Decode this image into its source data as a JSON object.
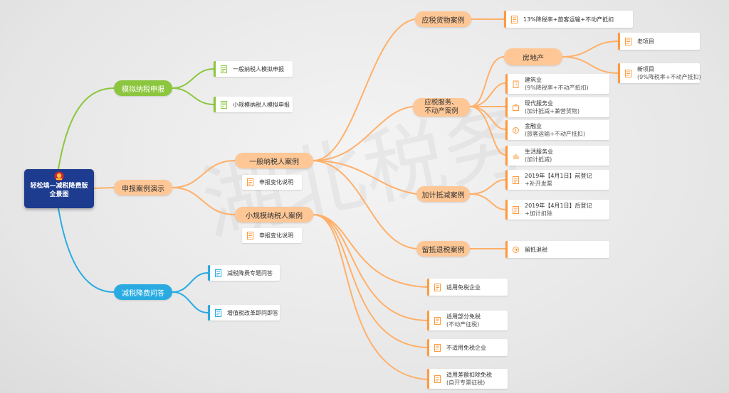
{
  "root": {
    "line1": "轻松填—减税降费版",
    "line2": "全景图"
  },
  "watermark": "湖北税务",
  "branches": {
    "mock": {
      "label": "模拟纳税申报",
      "items": [
        "一般纳税人模拟申报",
        "小规模纳税人模拟申报"
      ]
    },
    "demo": {
      "label": "申报案例演示"
    },
    "qa": {
      "label": "减税降费问答",
      "items": [
        "减税降费专题问答",
        "增值税改革即问即答"
      ]
    }
  },
  "general": {
    "label": "一般纳税人案例",
    "note": "申报变化说明"
  },
  "small": {
    "label": "小规模纳税人案例",
    "note": "申报变化说明",
    "items": [
      {
        "t": "适用免税企业",
        "s": ""
      },
      {
        "t": "适用部分免税",
        "s": "(不动产征税)"
      },
      {
        "t": "不适用免税企业",
        "s": ""
      },
      {
        "t": "适用差额扣除免税",
        "s": "(自开专票征税)"
      }
    ]
  },
  "goods": {
    "label": "应税货物案例",
    "item": "13%降税率+旅客运输+不动产抵扣"
  },
  "services": {
    "label1": "应税服务、",
    "label2": "不动产案例",
    "realestate": {
      "label": "房地产",
      "items": [
        {
          "t": "老项目",
          "s": ""
        },
        {
          "t": "新项目",
          "s": "(9%降税率+不动产抵扣)"
        }
      ]
    },
    "items": [
      {
        "t": "建筑业",
        "s": "(9%降税率+不动产抵扣)"
      },
      {
        "t": "现代服务业",
        "s": "(加计抵减+兼营货物)"
      },
      {
        "t": "金融业",
        "s": "(旅客运输+不动产抵扣)"
      },
      {
        "t": "生活服务业",
        "s": "(加计抵减)"
      }
    ]
  },
  "credit": {
    "label": "加计抵减案例",
    "items": [
      {
        "t": "2019年【4月1日】前登记",
        "s": "+补开发票"
      },
      {
        "t": "2019年【4月1日】后登记",
        "s": "+加计扣除"
      }
    ]
  },
  "refund": {
    "label": "留抵退税案例",
    "item": "留抵退税"
  },
  "colors": {
    "green": "#8cc63f",
    "blue": "#29abe2",
    "orange": "#ffa94d",
    "peach": "#ffc796",
    "navy": "#1d3c8f"
  }
}
